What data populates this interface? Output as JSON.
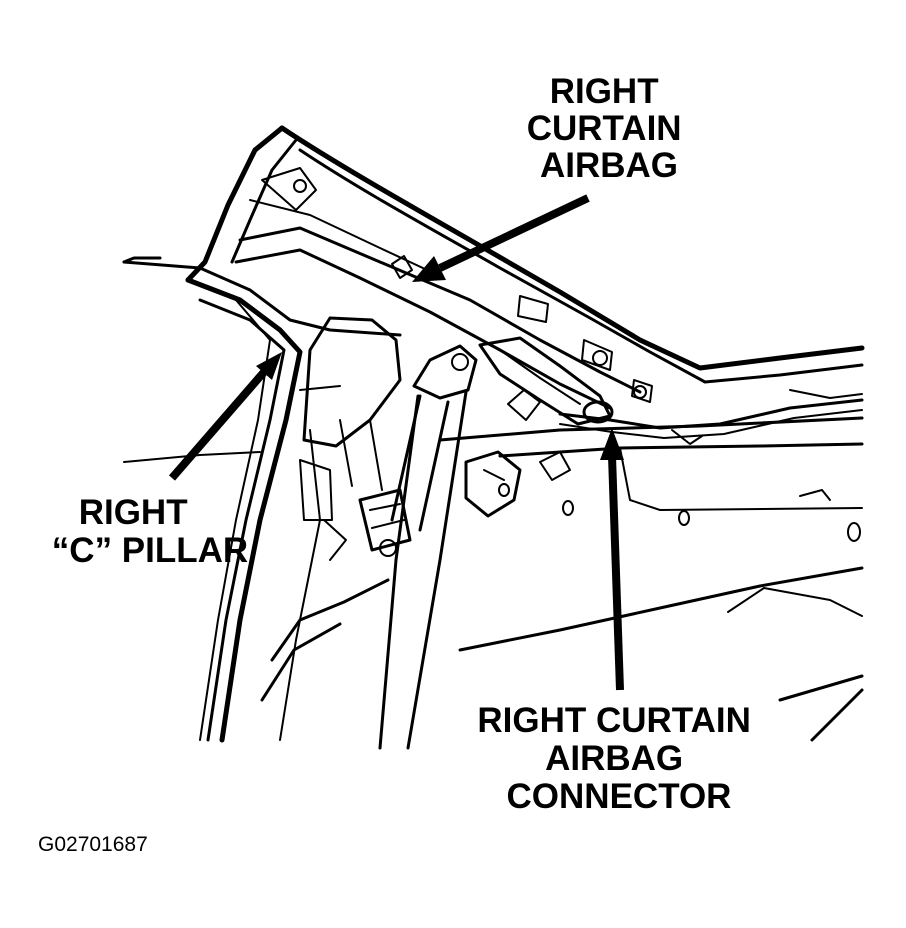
{
  "callouts": {
    "right_curtain_airbag": [
      "RIGHT",
      "CURTAIN",
      "AIRBAG"
    ],
    "right_c_pillar": [
      "RIGHT",
      "“C” PILLAR"
    ],
    "right_curtain_airbag_connector": [
      "RIGHT CURTAIN",
      "AIRBAG",
      "CONNECTOR"
    ]
  },
  "figure_id": "G02701687",
  "colors": {
    "ink": "#000000",
    "paper": "#ffffff"
  }
}
